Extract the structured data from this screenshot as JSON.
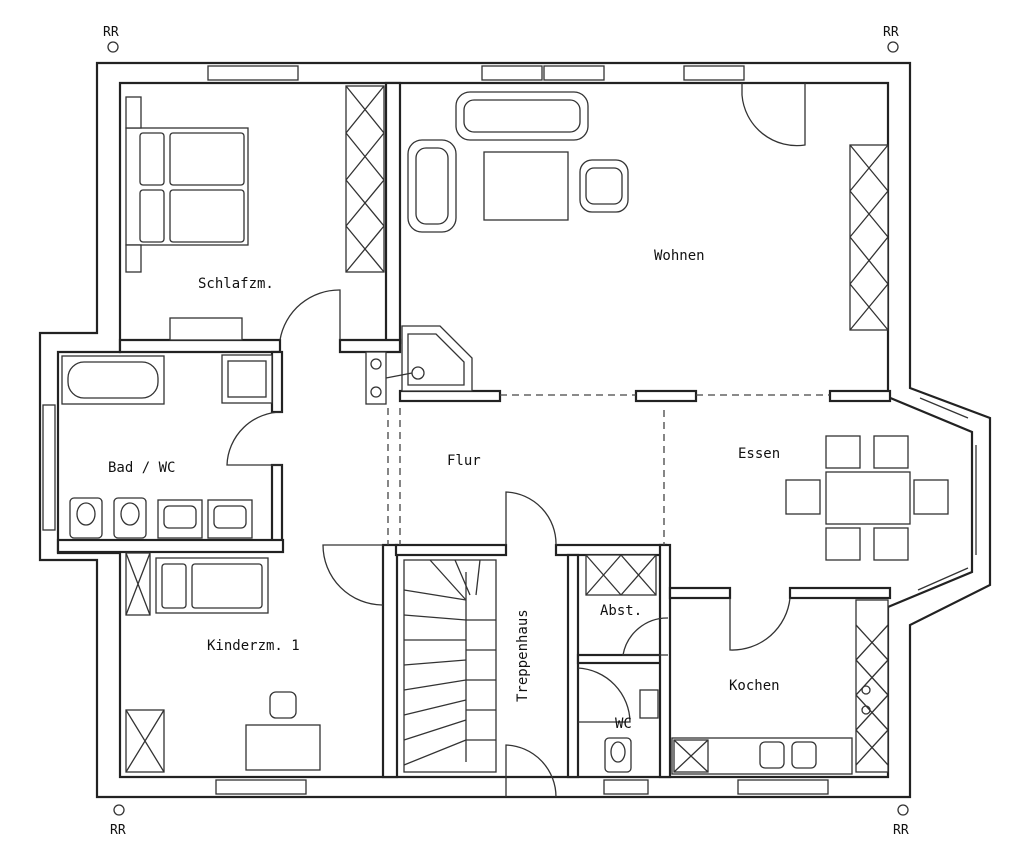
{
  "markers": [
    "RR",
    "RR",
    "RR",
    "RR"
  ],
  "rooms": {
    "schlafzimmer": "Schlafzm.",
    "wohnen": "Wohnen",
    "bad_wc": "Bad / WC",
    "flur": "Flur",
    "essen": "Essen",
    "kinderzimmer": "Kinderzm. 1",
    "treppenhaus": "Treppenhaus",
    "abstellraum": "Abst.",
    "wc": "WC",
    "kochen": "Kochen"
  },
  "colors": {
    "line": "#222222",
    "background": "#ffffff"
  }
}
